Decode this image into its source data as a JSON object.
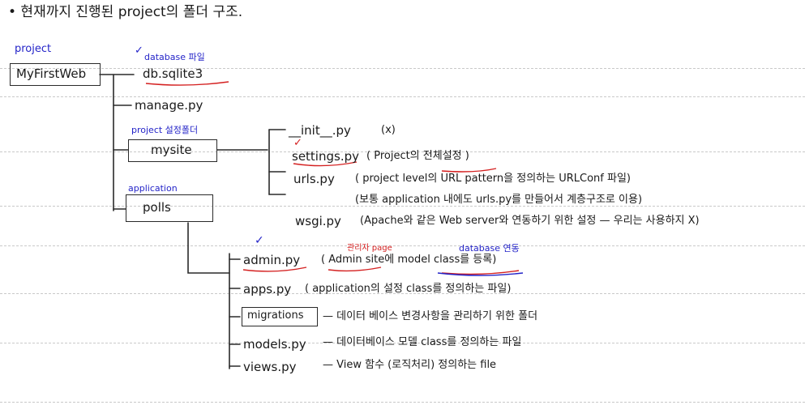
{
  "heading": "• 현재까지 진행된 project의 폴더 구조.",
  "root": {
    "label": "MyFirstWeb",
    "annotation": "project"
  },
  "level1": {
    "db": {
      "label": "db.sqlite3",
      "annotation": "database 파일"
    },
    "manage": {
      "label": "manage.py"
    },
    "mysite": {
      "label": "mysite",
      "annotation": "project 설정폴더"
    },
    "polls": {
      "label": "polls",
      "annotation": "application"
    }
  },
  "mysite_files": [
    {
      "name": "__init__.py",
      "desc": "(x)"
    },
    {
      "name": "settings.py",
      "desc": "( Project의 전체설정 )"
    },
    {
      "name": "urls.py",
      "desc": "( project level의 URL pattern을 정의하는 URLConf 파일)"
    },
    {
      "name": "",
      "desc": "(보통 application 내에도 urls.py를 만들어서 계층구조로 이용)"
    },
    {
      "name": "wsgi.py",
      "desc": "(Apache와 같은 Web server와 연동하기 위한 설정 — 우리는 사용하지 X)"
    }
  ],
  "polls_files": [
    {
      "name": "admin.py",
      "desc": "( Admin site에 model class를 등록)",
      "note_admin": "관리자 page",
      "note_db": "database 연동"
    },
    {
      "name": "apps.py",
      "desc": "( application의 설정 class를 정의하는 파일)"
    },
    {
      "name": "migrations",
      "desc": "— 데이터 베이스 변경사항을 관리하기 위한 폴더"
    },
    {
      "name": "models.py",
      "desc": "— 데이터베이스 모델 class를 정의하는 파일"
    },
    {
      "name": "views.py",
      "desc": "— View 함수 (로직처리) 정의하는 file"
    }
  ],
  "colors": {
    "ink": "#1a1a1a",
    "blue_annotation": "#2424c8",
    "red_annotation": "#d42020",
    "ruled_line": "#c9c9c9"
  },
  "marks": {
    "check": "✓"
  }
}
